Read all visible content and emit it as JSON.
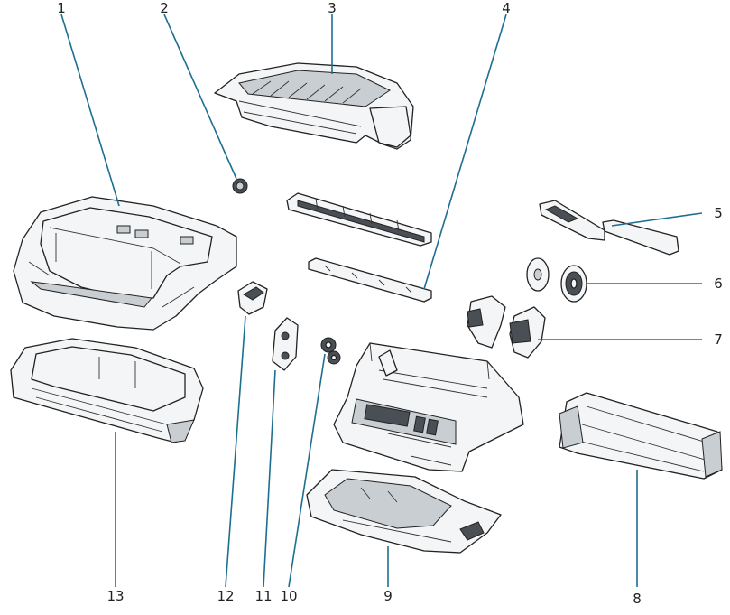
{
  "callouts": {
    "c1": "1",
    "c2": "2",
    "c3": "3",
    "c4": "4",
    "c5": "5",
    "c6": "6",
    "c7": "7",
    "c8": "8",
    "c9": "9",
    "c10": "10",
    "c11": "11",
    "c12": "12",
    "c13": "13"
  },
  "colors": {
    "leader": "#1d6f91",
    "outline": "#222222",
    "part_fill": "#f4f5f6"
  }
}
